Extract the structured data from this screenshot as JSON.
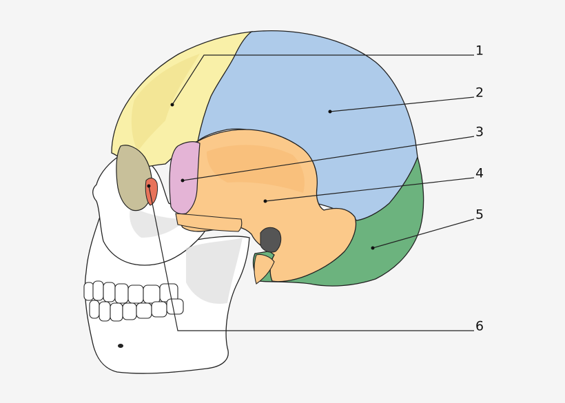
{
  "colors": {
    "background": "#f5f5f5",
    "frontal": "#f9f0a8",
    "parietal": "#aecbea",
    "sphenoid": "#e4b4d6",
    "temporal": "#fbc98a",
    "occipital": "#6cb37e",
    "zygomatic_lacrimal": "#e8735a",
    "skull_base": "#ffffff",
    "shading": "#d9d9d9",
    "outline": "#222222"
  },
  "labels": [
    {
      "id": "1",
      "text": "1",
      "region": "frontal"
    },
    {
      "id": "2",
      "text": "2",
      "region": "parietal"
    },
    {
      "id": "3",
      "text": "3",
      "region": "sphenoid"
    },
    {
      "id": "4",
      "text": "4",
      "region": "temporal"
    },
    {
      "id": "5",
      "text": "5",
      "region": "occipital"
    },
    {
      "id": "6",
      "text": "6",
      "region": "lacrimal"
    }
  ]
}
